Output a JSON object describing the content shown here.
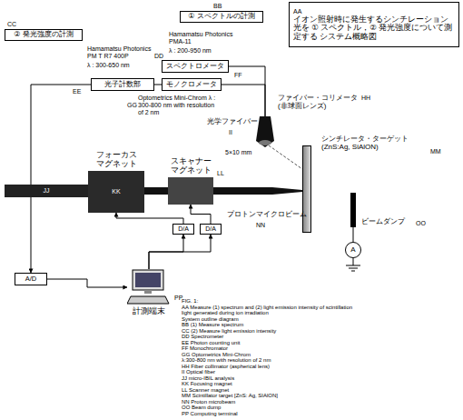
{
  "diagram": {
    "nodes": [
      {
        "text": [
          "AA",
          "イオン照射時に発生するシンチレーション光を ① スペクトル，② 発光強度について測定する システム概略図"
        ]
      },
      {
        "text": [
          "BB",
          "① スペクトルの計測"
        ]
      },
      {
        "text": [
          "CC",
          "② 発光強度の計測"
        ]
      },
      {
        "text": [
          "スペクトロメータ"
        ]
      },
      {
        "text": [
          "光子計数部"
        ]
      },
      {
        "text": [
          "モノクロメータ"
        ]
      },
      {
        "text": [
          "ファイバー・コリメータ (非球面レンズ)",
          "HH"
        ]
      },
      {
        "text": [
          "JJ"
        ]
      },
      {
        "text": [
          "フォーカス マグネット",
          "KK"
        ]
      },
      {
        "text": [
          "スキャナー マグネット",
          "LL"
        ]
      },
      {
        "text": [
          "D/A"
        ]
      },
      {
        "text": [
          "D/A"
        ]
      },
      {
        "text": [
          "A/D"
        ]
      },
      {
        "text": [
          "計測端末",
          "PP"
        ]
      },
      {
        "text": [
          "シンチレータ・ターゲット (ZnS:Ag, SiAlON)",
          "MM"
        ]
      },
      {
        "text": [
          "ビームダンプ",
          "OO"
        ]
      },
      {
        "text": [
          "A"
        ]
      }
    ],
    "edges": [
      {
        "from": 3,
        "to": 6,
        "arrow": "none"
      },
      {
        "from": 5,
        "to": 6,
        "arrow": "none"
      },
      {
        "from": 4,
        "to": 5,
        "arrow": "none"
      },
      {
        "from": 4,
        "to": 12,
        "arrow": "to"
      },
      {
        "from": 12,
        "to": 13,
        "arrow": "to"
      },
      {
        "from": 13,
        "to": 10,
        "arrow": "to"
      },
      {
        "from": 13,
        "to": 11,
        "arrow": "to"
      },
      {
        "from": 10,
        "to": 8,
        "arrow": "to"
      },
      {
        "from": 11,
        "to": 9,
        "arrow": "to"
      },
      {
        "from": 15,
        "to": 16,
        "arrow": "none"
      }
    ],
    "labels": [
      "Hamamatsu Photonics PMA-11",
      "λ : 200-950 nm",
      "DD",
      "Hamamatsu Photonics PM T R7 400P",
      "λ : 300-650 nm",
      "EE",
      "FF",
      "Optometrics Mini-Chrom λ : 300-800 nm with resolution of 2 nm",
      "GG",
      "光学ファイバー",
      "II",
      "5×10 mm",
      "プロトンマイクロビーム",
      "NN",
      "FIG. 1:",
      "AA  Measure (1) spectrum and (2) light emission intensity of scintillation",
      "light generated during ion irradiation",
      "System outline diagram",
      "BB  (1) Measure spectrum",
      "CC  (2) Measure light emission intensity",
      "DD  Spectrometer",
      "EE  Photon counting unit",
      "FF  Monochromator",
      "GG  Optometrics Mini-Chrom",
      "λ:300-800 nm with resolution of 2 nm",
      "HH  Fiber collimator (aspherical lens)",
      "II  Optical fiber",
      "JJ  micro-IBIL analysis",
      "KK  Focusing magnet",
      "LL  Scanner magnet",
      "MM  Scintillator target [ZnS: Ag, SIAlON]",
      "NN  Proton microbeam",
      "OO  Beam dump",
      "PP  Computing terminal"
    ]
  }
}
